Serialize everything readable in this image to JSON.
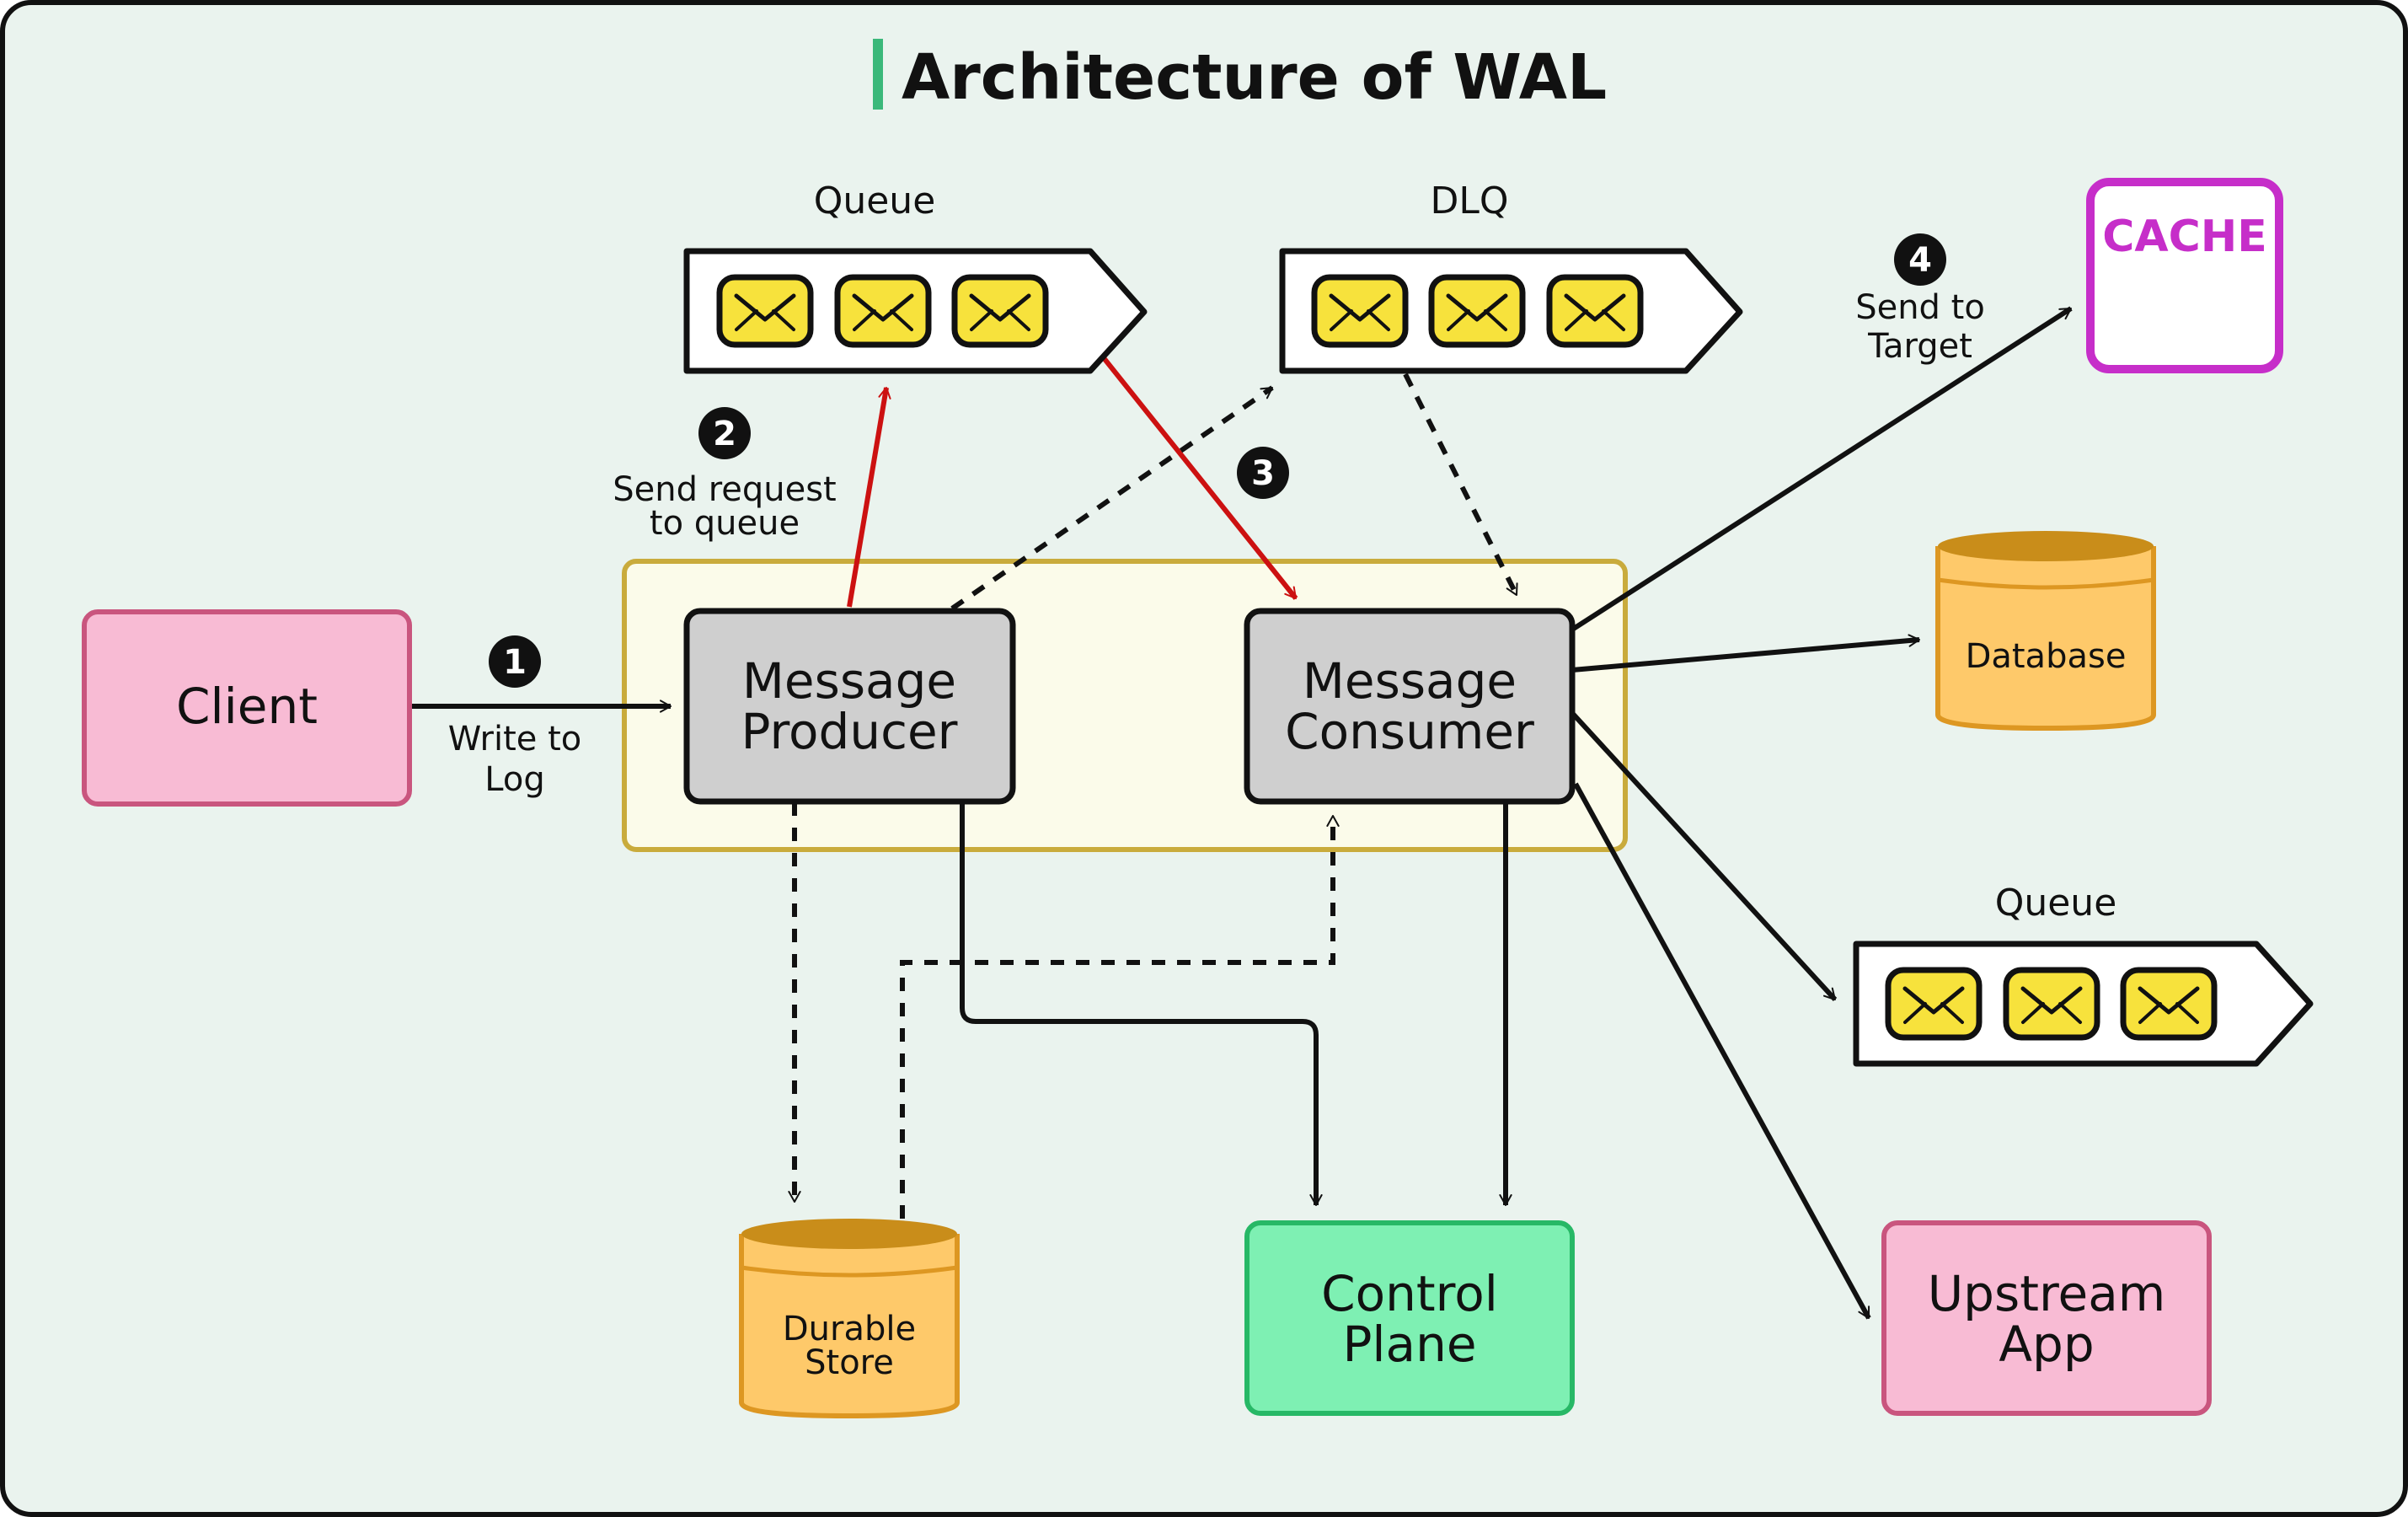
{
  "title": "Architecture of WAL",
  "nodes": {
    "client": "Client",
    "producer": [
      "Message",
      "Producer"
    ],
    "consumer": [
      "Message",
      "Consumer"
    ],
    "control_plane": [
      "Control",
      "Plane"
    ],
    "upstream_app": [
      "Upstream",
      "App"
    ],
    "database": "Database",
    "durable_store": [
      "Durable",
      "Store"
    ],
    "cache": "CACHE"
  },
  "queues": {
    "queue_top": "Queue",
    "dlq": "DLQ",
    "queue_right": "Queue"
  },
  "steps": [
    {
      "number": "1",
      "label": [
        "Write to",
        "Log"
      ]
    },
    {
      "number": "2",
      "label": [
        "Send request",
        "to queue"
      ]
    },
    {
      "number": "3",
      "label": []
    },
    {
      "number": "4",
      "label": [
        "Send to",
        "Target"
      ]
    }
  ],
  "colors": {
    "background": "#eaf3ee",
    "client_fill": "#f8bbd4",
    "client_stroke": "#c9557e",
    "service_fill": "#cfcfcf",
    "group_fill": "#fbfbea",
    "group_stroke": "#c9ab3c",
    "control_fill": "#7ef0b3",
    "control_stroke": "#27b866",
    "db_fill": "#fec96a",
    "db_top": "#c98d1a",
    "db_stroke": "#dd9722",
    "cache_stroke": "#c62ec9",
    "envelope_fill": "#f7e23c",
    "title_accent": "#3bb87a",
    "red_arrow": "#cc1111"
  }
}
